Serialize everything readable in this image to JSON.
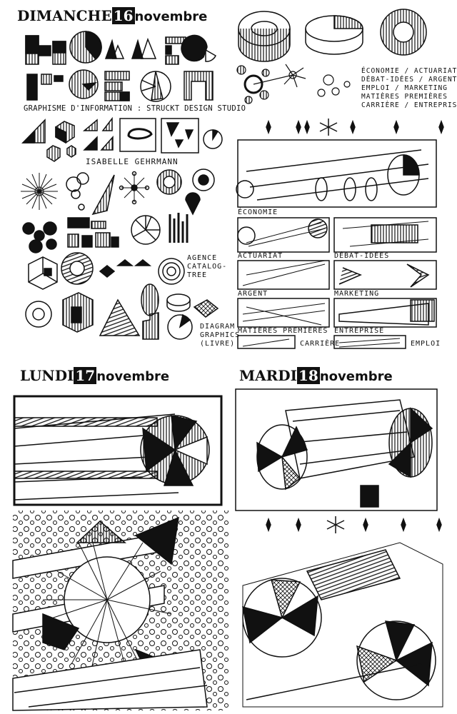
{
  "sunday": {
    "day": "DIMANCHE",
    "date": "16",
    "month": "novembre",
    "heading": "GRAPHISME D'INFORMATION : STRUCKT DESIGN STUDIO",
    "artist": "ISABELLE GEHRMANN",
    "agency": [
      "AGENCE",
      "CATALOG-",
      "TREE"
    ],
    "book": [
      "DIAGRAM",
      "GRAPHICS",
      "(LIVRE)"
    ]
  },
  "topics": {
    "list": [
      "ÉCONOMIE / ACTUARIAT",
      "DÉBAT-IDÉES / ARGENT",
      "EMPLOI / MARKETING",
      "MATIÈRES PREMIÈRES",
      "CARRIÈRE / ENTREPRISE"
    ],
    "panels": [
      "ÉCONOMIE",
      "ACTUARIAT",
      "DÉBAT-IDÉES",
      "ARGENT",
      "MARKETING",
      "MATIÈRES PREMIÈRES",
      "ENTREPRISE",
      "CARRIÈRE",
      "EMPLOI"
    ]
  },
  "monday": {
    "day": "LUNDI",
    "date": "17",
    "month": "novembre"
  },
  "tuesday": {
    "day": "MARDI",
    "date": "18",
    "month": "novembre"
  },
  "colors": {
    "ink": "#111111",
    "paper": "#ffffff"
  }
}
